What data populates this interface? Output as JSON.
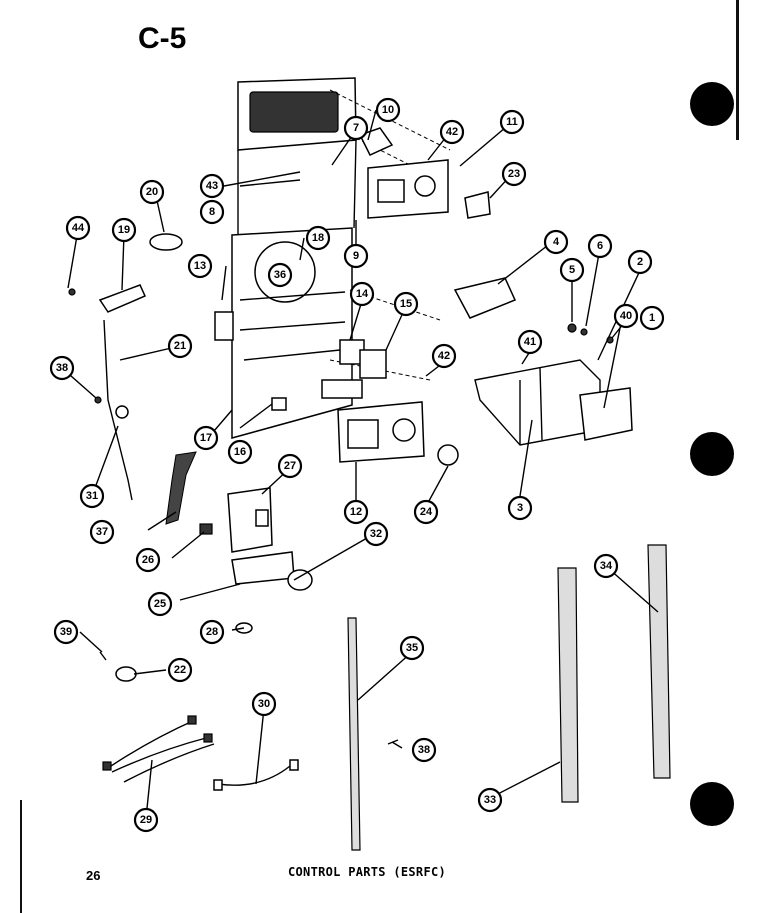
{
  "page": {
    "code": "C-5",
    "number": "26",
    "caption": "CONTROL PARTS (ESRFC)"
  },
  "callouts": [
    "1",
    "2",
    "3",
    "4",
    "5",
    "6",
    "8",
    "9",
    "10",
    "11",
    "12",
    "13",
    "14",
    "15",
    "16",
    "17",
    "18",
    "19",
    "20",
    "21",
    "22",
    "23",
    "24",
    "25",
    "26",
    "27",
    "28",
    "29",
    "30",
    "31",
    "32",
    "33",
    "34",
    "35",
    "36",
    "37",
    "38",
    "38",
    "39",
    "40",
    "41",
    "42",
    "42",
    "43",
    "44",
    "7"
  ]
}
